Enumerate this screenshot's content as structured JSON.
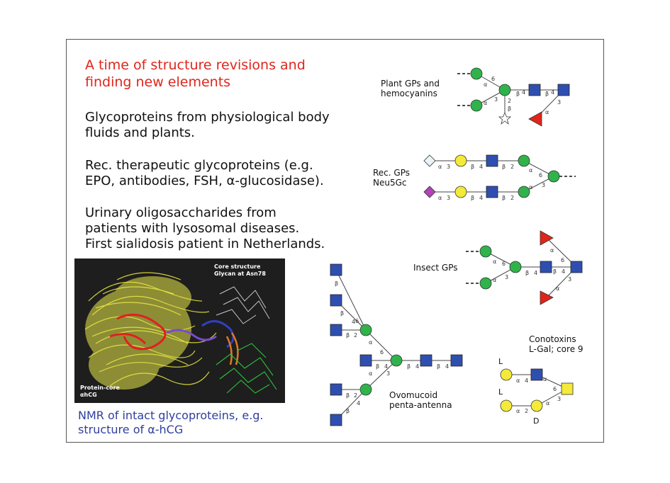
{
  "title": [
    "A time of structure revisions and",
    "finding new elements"
  ],
  "paragraphs": [
    [
      "Glycoproteins from physiological body",
      "fluids and plants."
    ],
    [
      "Rec. therapeutic glycoproteins (e.g.",
      "EPO, antibodies, FSH, α-glucosidase)."
    ],
    [
      "Urinary oligosaccharides from",
      "patients with lysosomal diseases.",
      "First sialidosis patient in Netherlands."
    ]
  ],
  "nmr_image": {
    "top_caption": [
      "Core structure",
      "Glycan at Asn78"
    ],
    "bottom_caption": [
      "Protein-core",
      "αhCG"
    ]
  },
  "nmr_caption": [
    "NMR of intact glycoproteins, e.g.",
    "structure of α-hCG"
  ],
  "glycan_labels": {
    "plant": [
      "Plant GPs and",
      "hemocyanins"
    ],
    "rec": [
      "Rec. GPs",
      "Neu5Gc"
    ],
    "insect": "Insect GPs",
    "ovomucoid": [
      "Ovomucoid",
      "penta-antenna"
    ],
    "conotoxins": [
      "Conotoxins",
      "L-Gal; core 9"
    ]
  },
  "conotoxin_marks": {
    "l1": "L",
    "l2": "L",
    "d": "D"
  },
  "colors": {
    "title": "#e0251b",
    "caption": "#2f3f9c",
    "mannose_green": "#2fb34a",
    "galactose_yellow": "#f4ea3a",
    "glcnac_blue": "#2f4fb0",
    "fucose_red": "#e0251b",
    "neu5ac_purple": "#b044b8",
    "neu5gc_white": "#e8f4f8"
  }
}
